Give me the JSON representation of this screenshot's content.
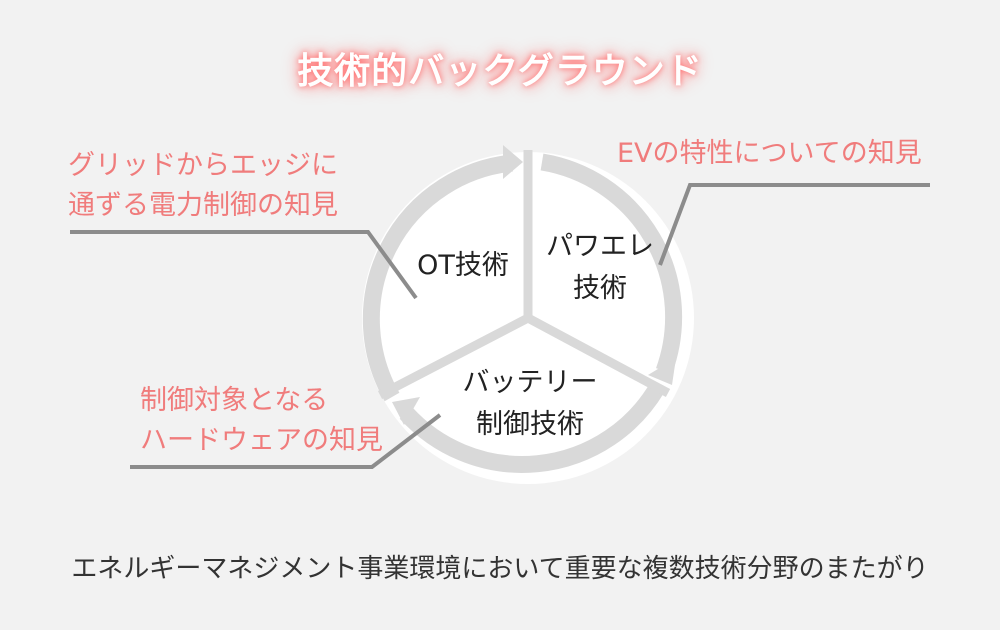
{
  "title": "技術的バックグラウンド",
  "segments": [
    {
      "lines": [
        "OT技術"
      ]
    },
    {
      "lines": [
        "パワエレ",
        "技術"
      ]
    },
    {
      "lines": [
        "バッテリー",
        "制御技術"
      ]
    }
  ],
  "annotations": {
    "top_left": [
      "グリッドからエッジに",
      "通ずる電力制御の知見"
    ],
    "top_right": [
      "EVの特性についての知見"
    ],
    "bottom_left": [
      "制御対象となる",
      "ハードウェアの知見"
    ]
  },
  "footer": "エネルギーマネジメント事業環境において重要な複数技術分野のまたがり",
  "colors": {
    "accent": "#f07c7c",
    "ring": "#d9d9d9",
    "callout_line": "#8c8c8c"
  }
}
